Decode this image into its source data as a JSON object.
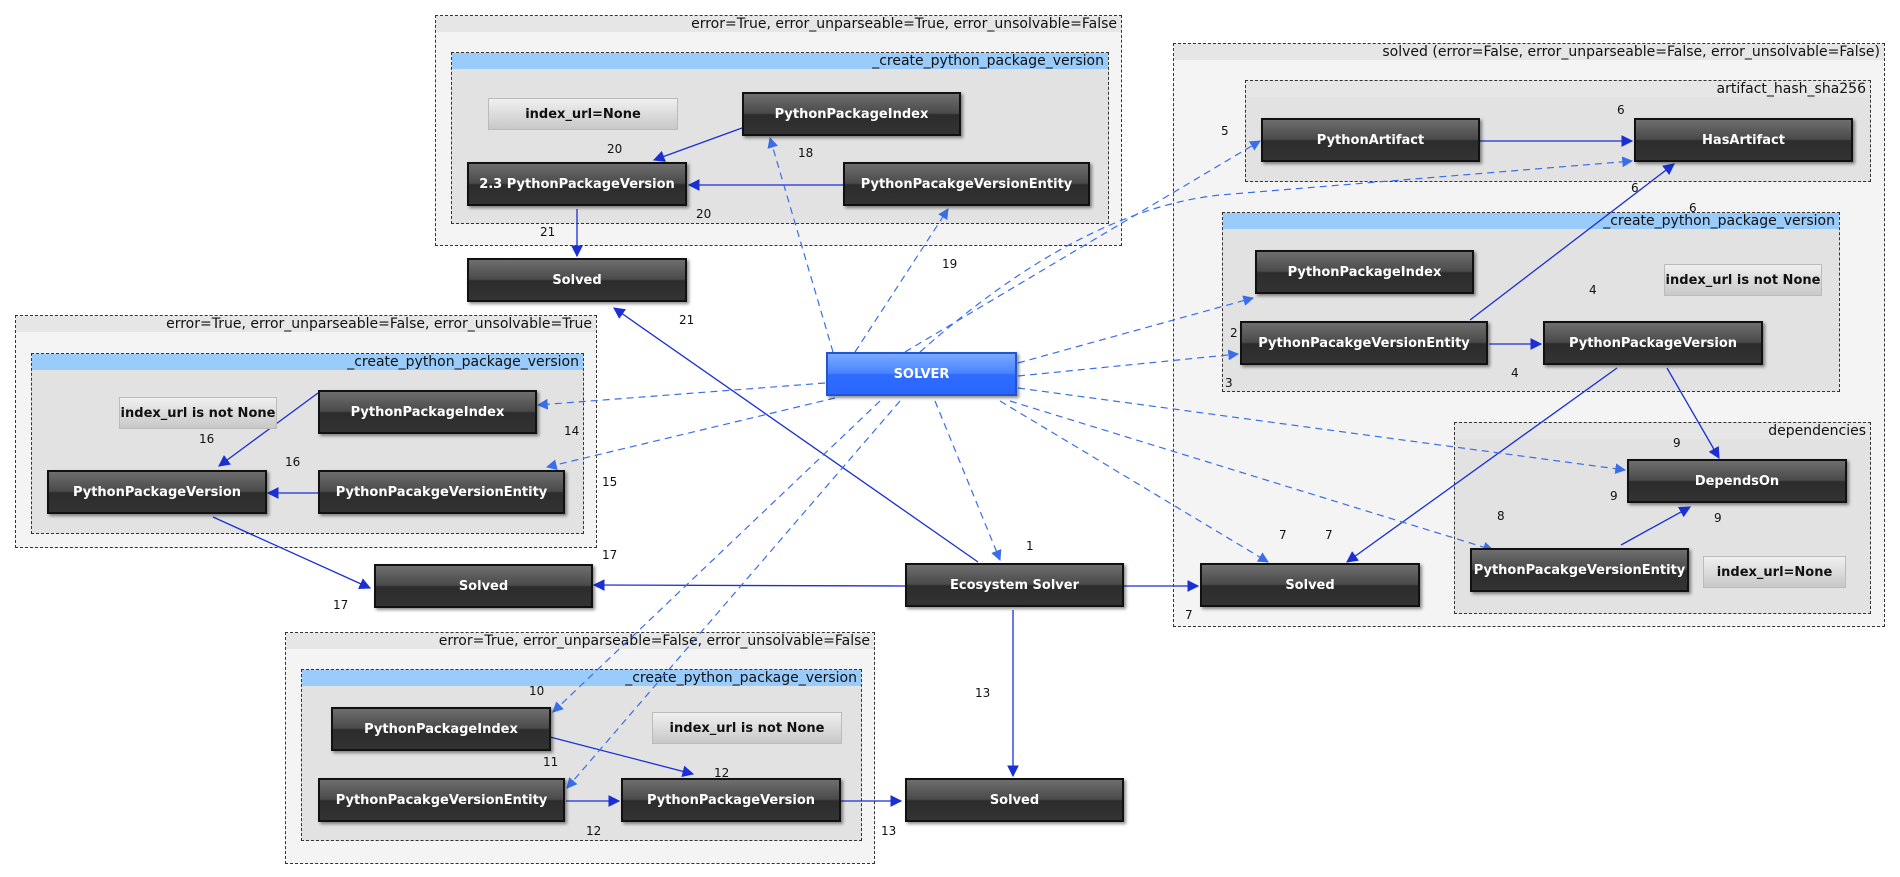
{
  "clusters": {
    "c1": {
      "title": "error=True, error_unparseable=True, error_unsolvable=False",
      "sub": "_create_python_package_version"
    },
    "c2": {
      "title": "error=True, error_unparseable=False, error_unsolvable=True",
      "sub": "_create_python_package_version"
    },
    "c3": {
      "title": "error=True, error_unparseable=False, error_unsolvable=False",
      "sub": "_create_python_package_version"
    },
    "c4": {
      "title": "solved (error=False, error_unparseable=False, error_unsolvable=False)",
      "artifact": "artifact_hash_sha256",
      "sub": "_create_python_package_version",
      "deps": "dependencies"
    }
  },
  "nodes": {
    "c1_index": "PythonPackageIndex",
    "c1_note": "index_url=None",
    "c1_version": "2.3 PythonPackageVersion",
    "c1_entity": "PythonPacakgeVersionEntity",
    "c1_solved": "Solved",
    "c2_note": "index_url is not None",
    "c2_index": "PythonPackageIndex",
    "c2_version": "PythonPackageVersion",
    "c2_entity": "PythonPacakgeVersionEntity",
    "c2_solved": "Solved",
    "solver": "SOLVER",
    "ecosystem": "Ecosystem Solver",
    "c3_index": "PythonPackageIndex",
    "c3_note": "index_url is not None",
    "c3_entity": "PythonPacakgeVersionEntity",
    "c3_version": "PythonPackageVersion",
    "c3_solved": "Solved",
    "c4_artifact": "PythonArtifact",
    "c4_has": "HasArtifact",
    "c4_index": "PythonPackageIndex",
    "c4_note": "index_url is not None",
    "c4_entity": "PythonPacakgeVersionEntity",
    "c4_version": "PythonPackageVersion",
    "c4_depends": "DependsOn",
    "c4_dep_entity": "PythonPacakgeVersionEntity",
    "c4_dep_note": "index_url=None",
    "c4_solved": "Solved"
  },
  "edge_labels": {
    "l20a": "20",
    "l18": "18",
    "l20b": "20",
    "l21a": "21",
    "l19": "19",
    "l21b": "21",
    "l16a": "16",
    "l16b": "16",
    "l14": "14",
    "l15": "15",
    "l17a": "17",
    "l17b": "17",
    "l1": "1",
    "l13a": "13",
    "l10": "10",
    "l11": "11",
    "l12a": "12",
    "l12b": "12",
    "l13b": "13",
    "l5": "5",
    "l6a": "6",
    "l6b": "6",
    "l6c": "6",
    "l4a": "4",
    "l4b": "4",
    "l2": "2",
    "l3": "3",
    "l9a": "9",
    "l9b": "9",
    "l9c": "9",
    "l8": "8",
    "l7a": "7",
    "l7b": "7",
    "l7c": "7"
  },
  "colors": {
    "edge_solid": "#1a2fd4",
    "edge_dashed": "#3a6ee8",
    "solver": "#2e6cff",
    "subcluster_header": "#99cbfb"
  }
}
